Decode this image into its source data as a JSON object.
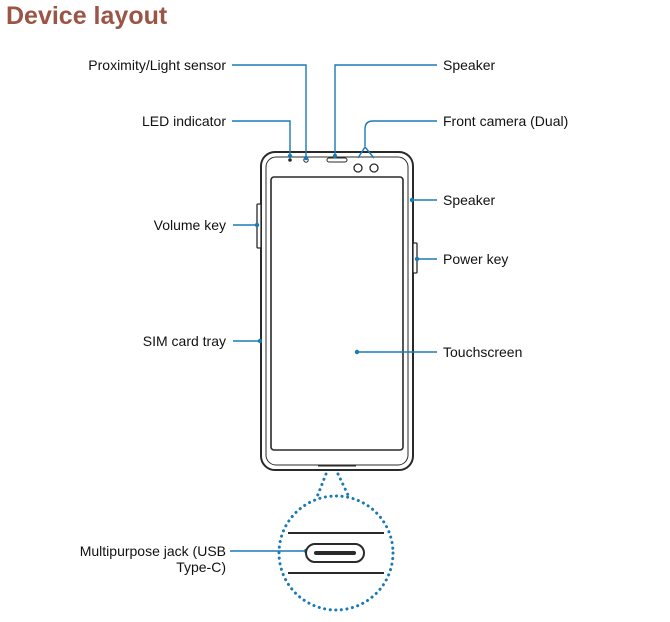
{
  "title": "Device layout",
  "labels": {
    "proximity_light_sensor": "Proximity/Light sensor",
    "led_indicator": "LED indicator",
    "volume_key": "Volume key",
    "sim_card_tray": "SIM card tray",
    "multipurpose_jack_line1": "Multipurpose jack (USB",
    "multipurpose_jack_line2": "Type-C)",
    "speaker_top": "Speaker",
    "front_camera": "Front camera (Dual)",
    "speaker_side": "Speaker",
    "power_key": "Power key",
    "touchscreen": "Touchscreen"
  },
  "colors": {
    "title": "#9a5546",
    "callout": "#1a7ab5",
    "outline": "#2a2a2a"
  }
}
